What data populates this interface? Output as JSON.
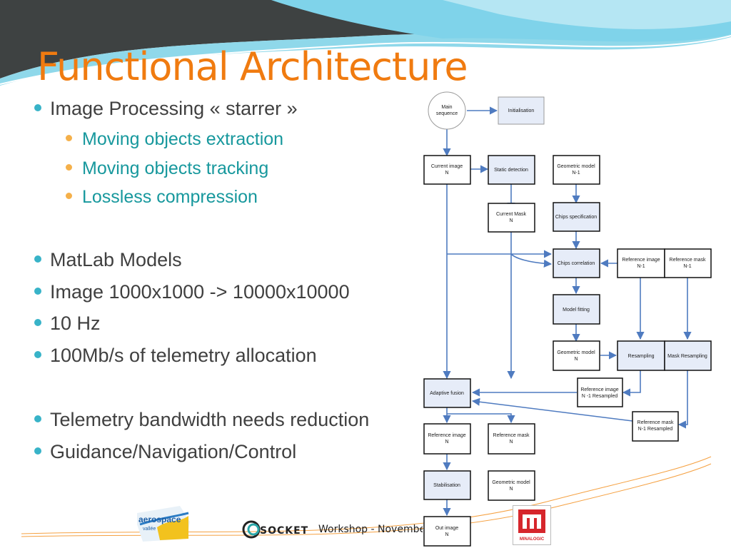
{
  "slide": {
    "title": "Functional Architecture",
    "bullets": [
      {
        "text": "Image Processing « starrer »",
        "level": 1
      },
      {
        "text": "Moving objects extraction",
        "level": 2
      },
      {
        "text": "Moving objects tracking",
        "level": 2
      },
      {
        "text": "Lossless compression",
        "level": 2
      },
      {
        "text": "MatLab Models",
        "level": 1
      },
      {
        "text": "Image 1000x1000 -> 10000x10000",
        "level": 1
      },
      {
        "text": "10 Hz",
        "level": 1
      },
      {
        "text": "100Mb/s of telemetry allocation",
        "level": 1
      },
      {
        "text": "Telemetry bandwidth needs reduction",
        "level": 1
      },
      {
        "text": "Guidance/Navigation/Control",
        "level": 1
      }
    ],
    "footer": "Workshop - November",
    "colors": {
      "title": "#f07b10",
      "sub_bullet": "#17989d",
      "box_fill": "#e6ecf8",
      "arrow": "#4f7bc0"
    }
  },
  "logos": {
    "aerospace": {
      "line1": "aerospace",
      "line2": "vallée"
    },
    "socket": "SOCKET",
    "minalogic": "MINALOGIC"
  },
  "diagram": {
    "nodes": {
      "main_seq": [
        "Main",
        "sequence"
      ],
      "init": [
        "Initialisation"
      ],
      "cur_img": [
        "Current image",
        "N"
      ],
      "static_det": [
        "Static detection"
      ],
      "geo_n1": [
        "Geometric model",
        "N-1"
      ],
      "cur_mask": [
        "Current Mask",
        "N"
      ],
      "chips_spec": [
        "Chips specification"
      ],
      "chips_corr": [
        "Chips correlation"
      ],
      "ref_img_n1": [
        "Reference image",
        "N-1"
      ],
      "ref_mask_n1": [
        "Reference mask",
        "N-1"
      ],
      "model_fit": [
        "Model fitting"
      ],
      "geo_n": [
        "Geometric model",
        "N"
      ],
      "resamp": [
        "Resampling"
      ],
      "mask_resamp": [
        "Mask Resampling"
      ],
      "adapt": [
        "Adaptive fusion"
      ],
      "ref_img_res": [
        "Reference image",
        "N -1 Resampled"
      ],
      "ref_mask_res": [
        "Reference mask",
        "N-1 Resampled"
      ],
      "ref_img_n": [
        "Reference image",
        "N"
      ],
      "ref_mask_n": [
        "Reference mask",
        "N"
      ],
      "stab": [
        "Stabilisation"
      ],
      "geo_n2": [
        "Geometric model",
        "N"
      ],
      "out_img": [
        "Out image",
        "N"
      ]
    }
  }
}
